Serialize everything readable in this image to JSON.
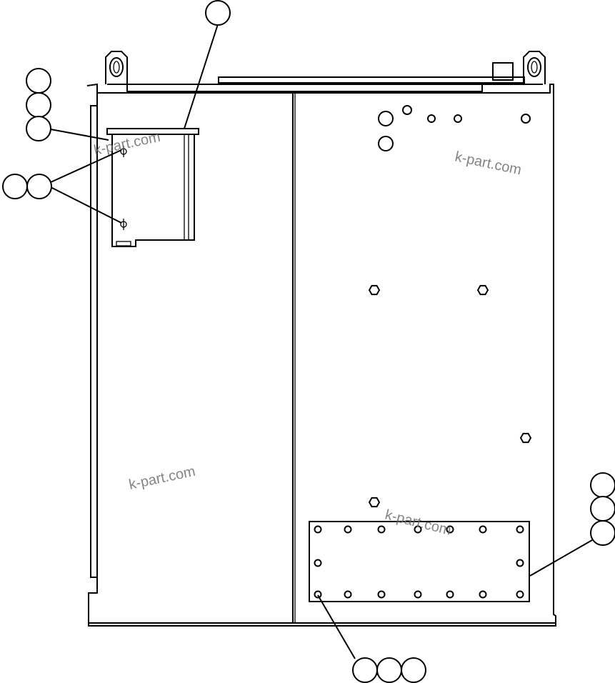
{
  "watermarks": [
    "k-part.com",
    "k-part.com",
    "k-part.com",
    "k-part.com"
  ],
  "callout_groups": [
    {
      "name": "top-center",
      "count": 1
    },
    {
      "name": "left-stack",
      "count": 3
    },
    {
      "name": "left-pair",
      "count": 2
    },
    {
      "name": "right-stack",
      "count": 3
    },
    {
      "name": "bottom-row",
      "count": 3
    }
  ],
  "colors": {
    "line": "#000000",
    "background": "#ffffff",
    "watermark": "#6f6f6f"
  }
}
